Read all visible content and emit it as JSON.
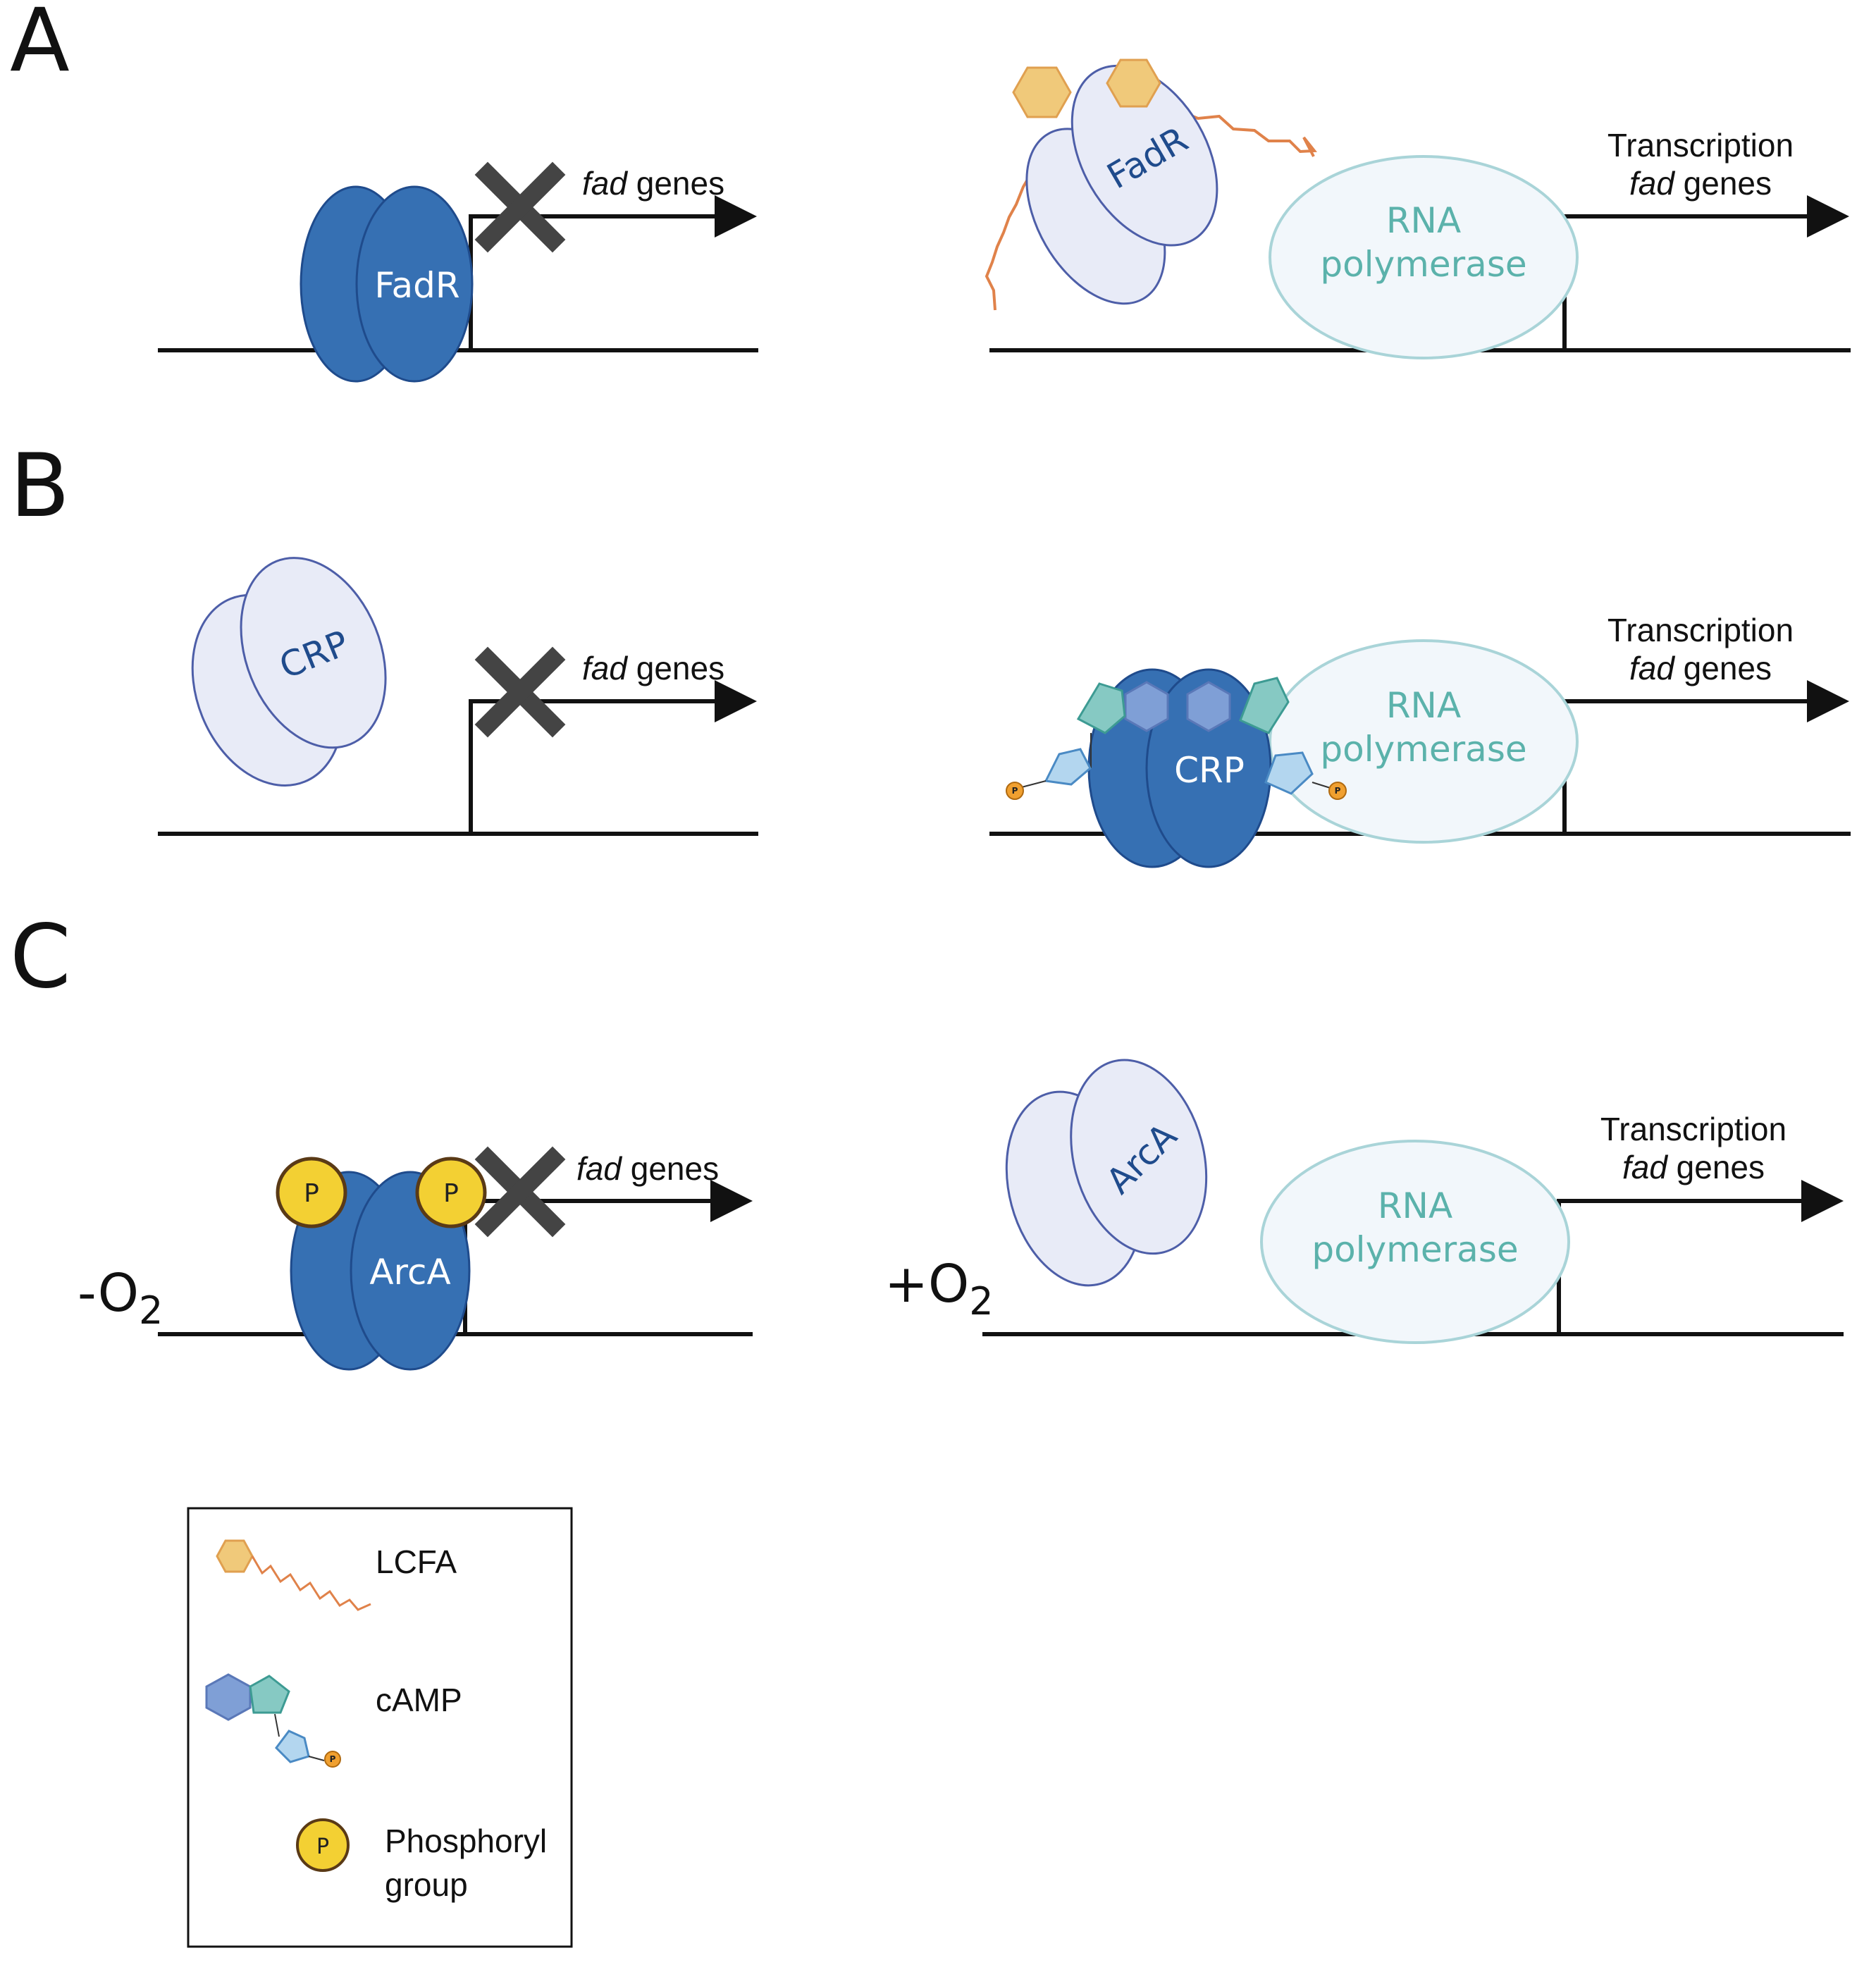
{
  "panels": {
    "A": {
      "letter": "A",
      "left": {
        "protein": "FadR",
        "gene_italic": "fad",
        "gene_rest": " genes"
      },
      "right": {
        "protein": "FadR",
        "rnap_line1": "RNA",
        "rnap_line2": "polymerase",
        "transcription": "Transcription",
        "gene_italic": "fad",
        "gene_rest": " genes"
      }
    },
    "B": {
      "letter": "B",
      "left": {
        "protein": "CRP",
        "gene_italic": "fad",
        "gene_rest": " genes"
      },
      "right": {
        "protein": "CRP",
        "rnap_line1": "RNA",
        "rnap_line2": "polymerase",
        "transcription": "Transcription",
        "gene_italic": "fad",
        "gene_rest": " genes"
      }
    },
    "C": {
      "letter": "C",
      "left": {
        "condition_sign": "-O",
        "condition_sub": "2",
        "protein": "ArcA",
        "phospho_1": "P",
        "phospho_2": "P",
        "gene_italic": "fad",
        "gene_rest": " genes"
      },
      "right": {
        "condition_sign": "+O",
        "condition_sub": "2",
        "protein": "ArcA",
        "rnap_line1": "RNA",
        "rnap_line2": "polymerase",
        "transcription": "Transcription",
        "gene_italic": "fad",
        "gene_rest": " genes"
      }
    }
  },
  "legend": {
    "items": [
      {
        "label": "LCFA",
        "icon": "lcfa-icon"
      },
      {
        "label": "cAMP",
        "icon": "camp-icon"
      },
      {
        "label_line1": "Phosphoryl",
        "label_line2": "group",
        "icon": "phosphoryl-icon",
        "icon_letter": "P"
      }
    ],
    "camp_p_letter": "P"
  },
  "colors": {
    "repressor_dark": "#3670b3",
    "repressor_outline": "#1f4b8c",
    "protein_light": "#e8ebf7",
    "protein_light_outline": "#4d5ea8",
    "rnap_fill": "#f2f7fb",
    "rnap_outline": "#a9d4d8",
    "rnap_text": "#5bb2ab",
    "lcfa_head": "#f0c97a",
    "lcfa_tail": "#e0824a",
    "camp_hex": "#7f9fd6",
    "camp_pent_teal": "#86c9c3",
    "camp_pent_blue": "#b3d6ef",
    "phospho_yellow": "#f3d033",
    "block_x": "#444444"
  }
}
